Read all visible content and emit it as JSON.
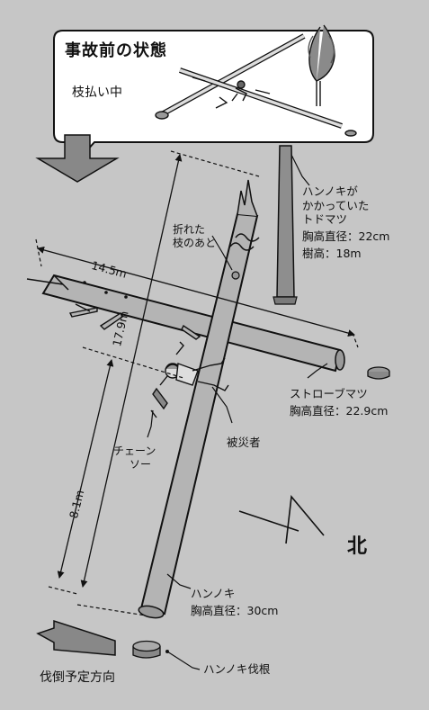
{
  "inset": {
    "title": "事故前の状態",
    "subtitle": "枝払い中"
  },
  "labels": {
    "spruce_lines": [
      "ハンノキが",
      "かかっていた",
      "トドマツ",
      "胸高直径：22cm",
      "樹高：18m"
    ],
    "broken_branch_lines": [
      "折れた",
      "枝のあと"
    ],
    "pine_lines": [
      "ストローブマツ",
      "胸高直径：22.9cm"
    ],
    "victim": "被災者",
    "chainsaw_lines": [
      "チェーン",
      "ソー"
    ],
    "alder_lines": [
      "ハンノキ",
      "胸高直径：30cm"
    ],
    "stump": "ハンノキ伐根",
    "fell_direction": "伐倒予定方向",
    "north": "北"
  },
  "dimensions": {
    "pine_length": "14.5m",
    "alder_length": "17.9m",
    "victim_distance": "8.1m"
  },
  "colors": {
    "background": "#c6c6c6",
    "log_fill": "#b4b4b4",
    "arrow_fill": "#888888",
    "outline": "#111111"
  }
}
